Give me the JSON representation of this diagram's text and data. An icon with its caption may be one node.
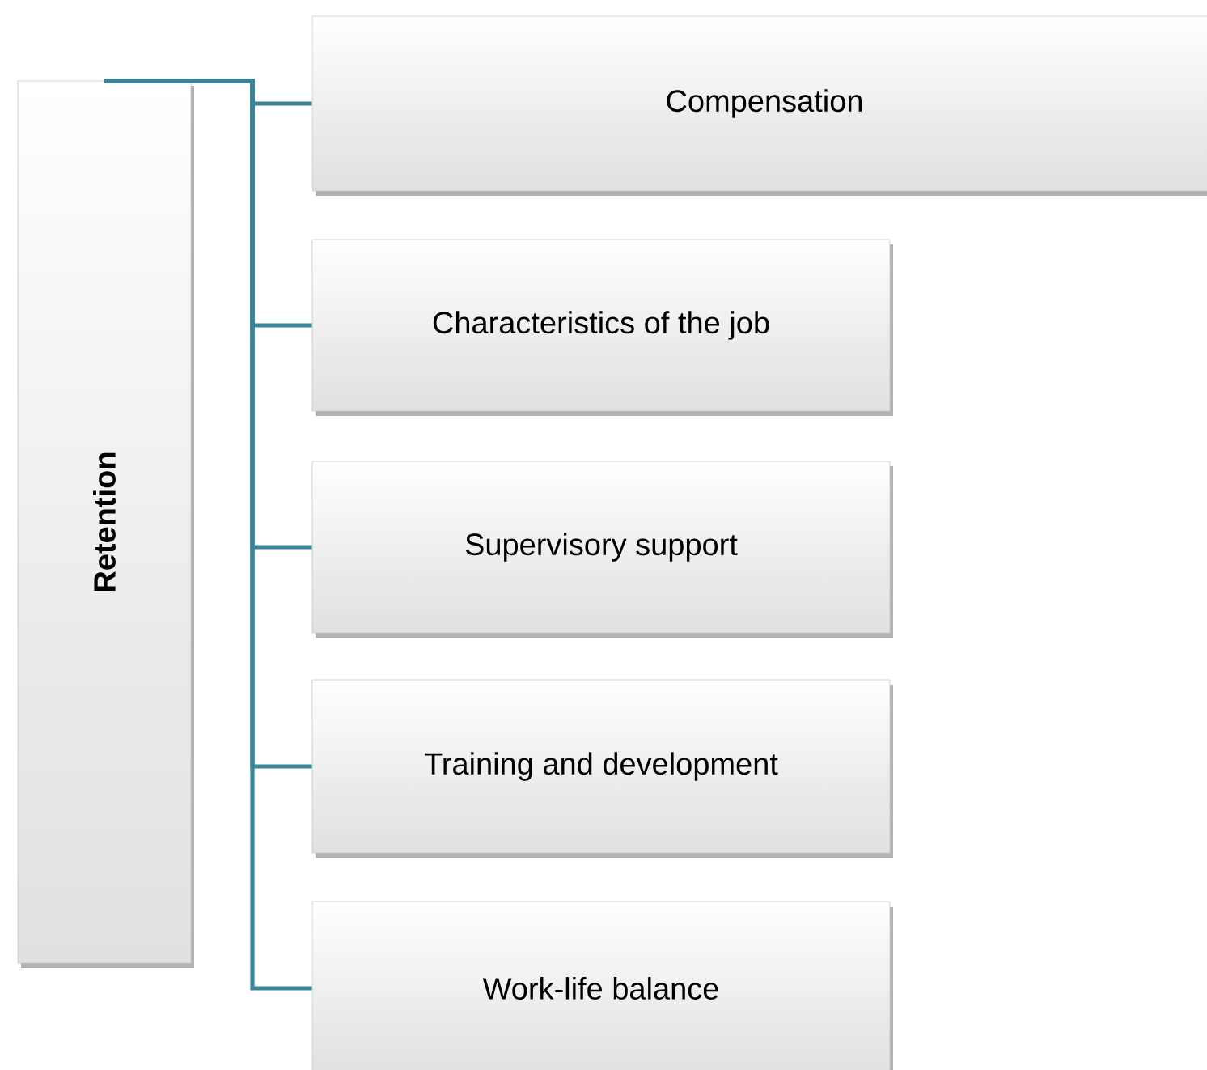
{
  "diagram": {
    "nodes": [
      {
        "text": [
          "Retention"
        ]
      },
      {
        "text": [
          "Compensation"
        ]
      },
      {
        "text": [
          "Characteristics of the job"
        ]
      },
      {
        "text": [
          "Supervisory support"
        ]
      },
      {
        "text": [
          "Training and development"
        ]
      },
      {
        "text": [
          "Work-life balance"
        ]
      }
    ],
    "edges": [
      {
        "from": 0,
        "to": 1,
        "arrow": "none"
      },
      {
        "from": 0,
        "to": 2,
        "arrow": "none"
      },
      {
        "from": 0,
        "to": 3,
        "arrow": "none"
      },
      {
        "from": 0,
        "to": 4,
        "arrow": "none"
      },
      {
        "from": 0,
        "to": 5,
        "arrow": "none"
      }
    ]
  }
}
